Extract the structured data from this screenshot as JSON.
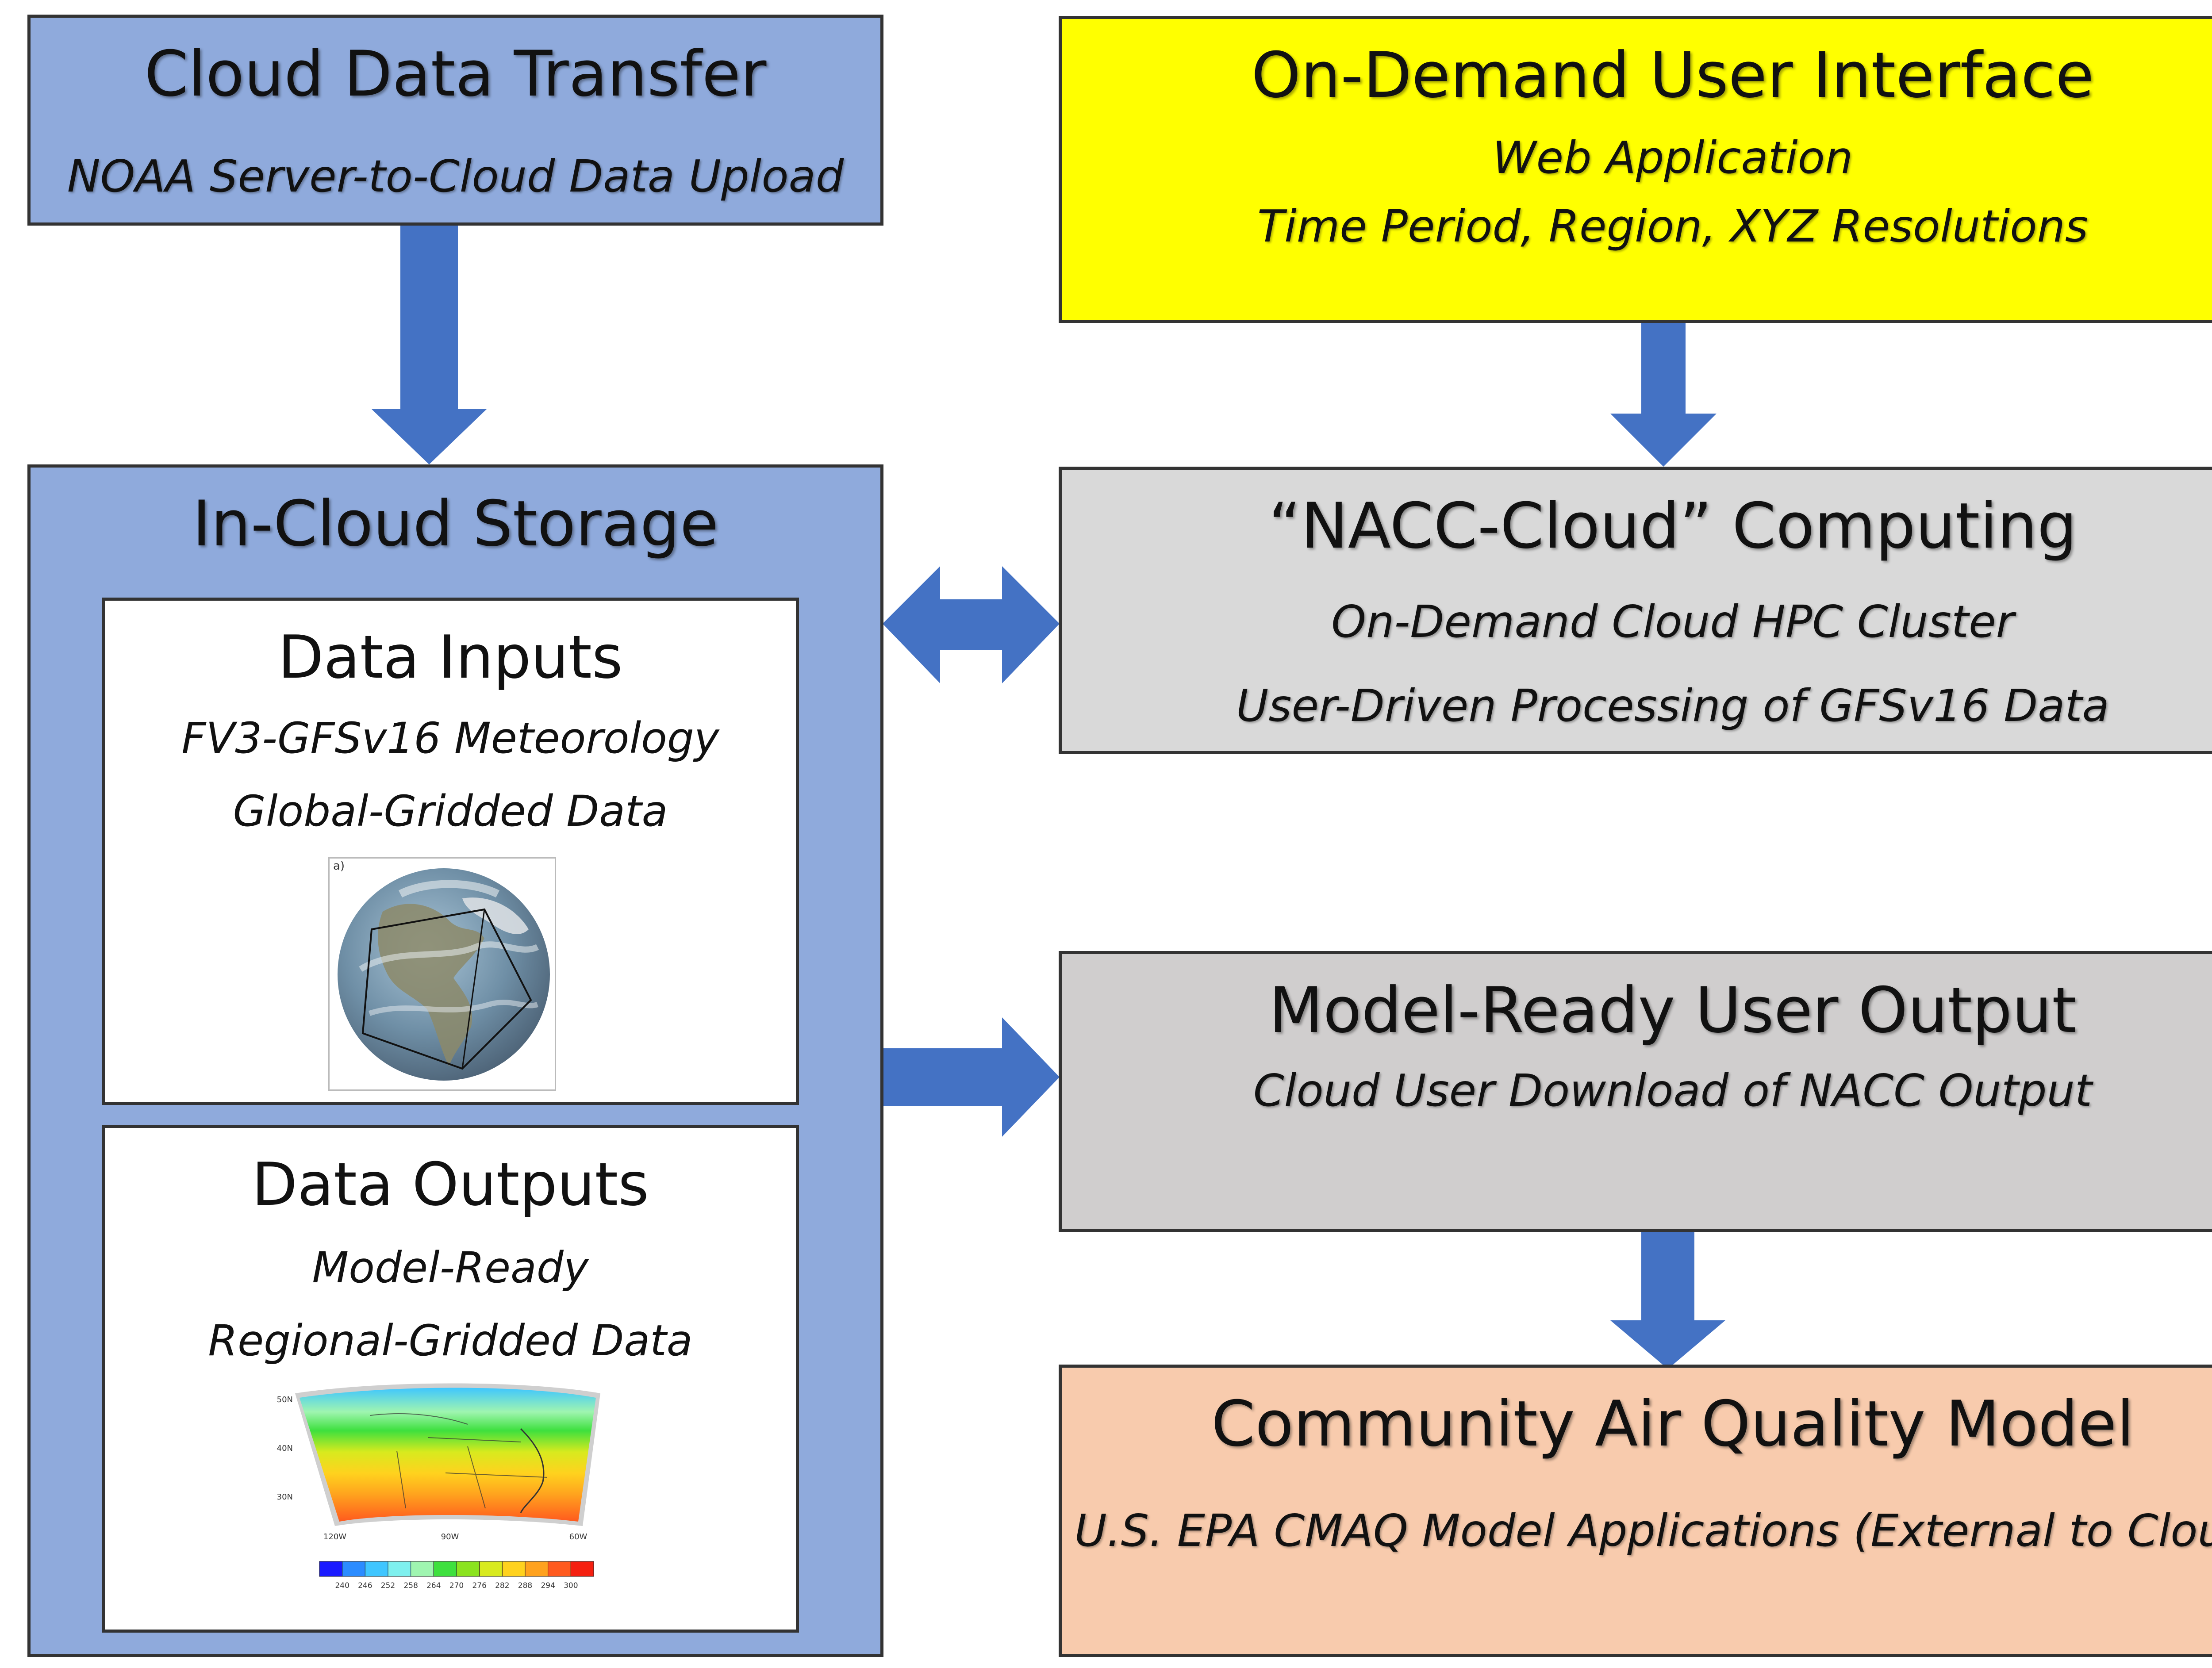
{
  "colors": {
    "blue_box": "#8faadc",
    "yellow_box": "#ffff00",
    "gray_light": "#d9d9d9",
    "gray_mid": "#d0cece",
    "salmon": "#f8cbad",
    "arrow": "#4472c4"
  },
  "cloud_transfer": {
    "title": "Cloud Data Transfer",
    "subtitle": "NOAA Server-to-Cloud Data Upload"
  },
  "user_interface": {
    "title": "On-Demand User Interface",
    "line1": "Web Application",
    "line2": "Time Period, Region, XYZ Resolutions"
  },
  "storage": {
    "title": "In-Cloud Storage",
    "inputs": {
      "title": "Data Inputs",
      "line1": "FV3-GFSv16 Meteorology",
      "line2": "Global-Gridded Data",
      "figure_label": "a)"
    },
    "outputs": {
      "title": "Data Outputs",
      "line1": "Model-Ready",
      "line2": "Regional-Gridded Data",
      "lat_labels": [
        "50N",
        "40N",
        "30N"
      ],
      "lon_labels": [
        "120W",
        "90W",
        "60W"
      ],
      "colorbar_ticks": [
        "240",
        "246",
        "252",
        "258",
        "264",
        "270",
        "276",
        "282",
        "288",
        "294",
        "300"
      ],
      "colorbar_colors": [
        "#1a1aff",
        "#2b8cff",
        "#3fc6ff",
        "#7ef0ee",
        "#9ff5b0",
        "#3ee03e",
        "#8be31f",
        "#d8ea1e",
        "#ffd21e",
        "#ffa21e",
        "#ff5a1e",
        "#f52010"
      ]
    }
  },
  "computing": {
    "title": "“NACC-Cloud” Computing",
    "line1": "On-Demand Cloud HPC Cluster",
    "line2": "User-Driven Processing of GFSv16 Data"
  },
  "output": {
    "title": "Model-Ready User Output",
    "line1": "Cloud User Download of NACC Output"
  },
  "cmaq": {
    "title": "Community Air Quality Model",
    "line1": "U.S. EPA CMAQ Model Applications (External to Cloud)"
  }
}
